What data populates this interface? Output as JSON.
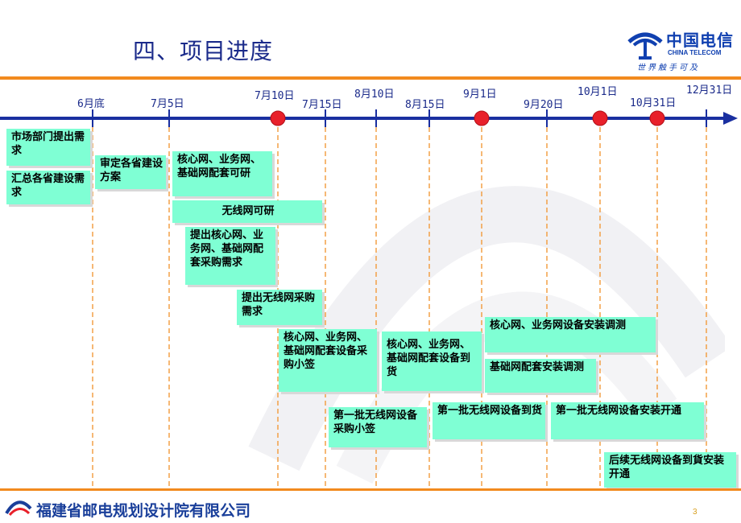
{
  "slide": {
    "title": "四、项目进度",
    "page_number": "3",
    "footer": "福建省邮电规划设计院有限公司"
  },
  "logo": {
    "brand_cn": "中国电信",
    "brand_en": "CHINA TELECOM",
    "slogan": "世界触手可及"
  },
  "timeline": {
    "dates": [
      "6月底",
      "7月5日",
      "7月10日",
      "7月15日",
      "8月10日",
      "8月15日",
      "9月1日",
      "9月20日",
      "10月1日",
      "10月31日",
      "12月31日"
    ],
    "milestones": [
      "7月10日",
      "9月1日",
      "10月1日",
      "10月31日"
    ]
  },
  "tasks": [
    "市场部门提出需求",
    "汇总各省建设需求",
    "审定各省建设方案",
    "核心网、业务网、基础网配套可研",
    "无线网可研",
    "提出核心网、业务网、基础网配套采购需求",
    "提出无线网采购需求",
    "核心网、业务网、基础网配套设备采购小签",
    "核心网、业务网、基础网配套设备到货",
    "核心网、业务网设备安装调测",
    "基础网配套安装调测",
    "第一批无线网设备采购小签",
    "第一批无线网设备到货",
    "第一批无线网设备安装开通",
    "后续无线网设备到貨安装开通"
  ]
}
